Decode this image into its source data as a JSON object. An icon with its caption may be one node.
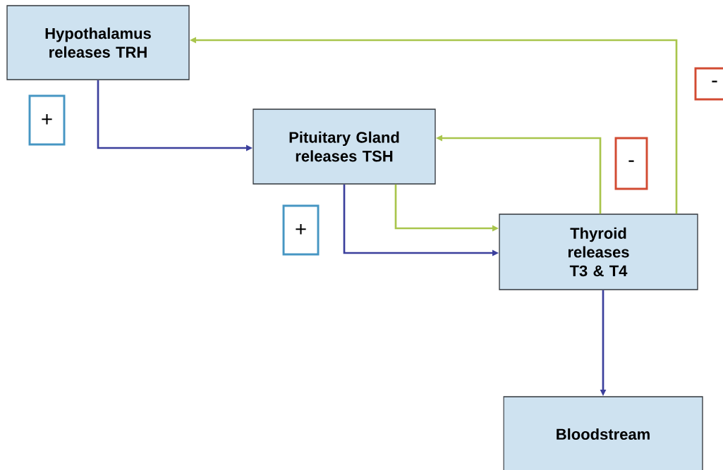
{
  "diagram": {
    "nodes": [
      {
        "text": [
          "Hypothalamus releases TRH"
        ]
      },
      {
        "text": [
          "-"
        ]
      },
      {
        "text": [
          "+"
        ]
      },
      {
        "text": [
          "Pituitary Gland releases TSH"
        ]
      },
      {
        "text": [
          "-"
        ]
      },
      {
        "text": [
          "+"
        ]
      },
      {
        "text": [
          "Thyroid releases T3 & T4"
        ]
      },
      {
        "text": [
          "Bloodstream"
        ]
      }
    ],
    "edges": [
      {
        "from": 0,
        "to": 3,
        "arrow": "to",
        "color": "#3b3f9c"
      },
      {
        "from": 3,
        "to": 6,
        "arrow": "to",
        "color": "#a9c54c"
      },
      {
        "from": 3,
        "to": 6,
        "arrow": "to",
        "color": "#3b3f9c"
      },
      {
        "from": 6,
        "to": 3,
        "arrow": "to",
        "color": "#a9c54c"
      },
      {
        "from": 6,
        "to": 0,
        "arrow": "to",
        "color": "#a9c54c"
      },
      {
        "from": 6,
        "to": 7,
        "arrow": "to",
        "color": "#3b3f9c"
      }
    ]
  }
}
